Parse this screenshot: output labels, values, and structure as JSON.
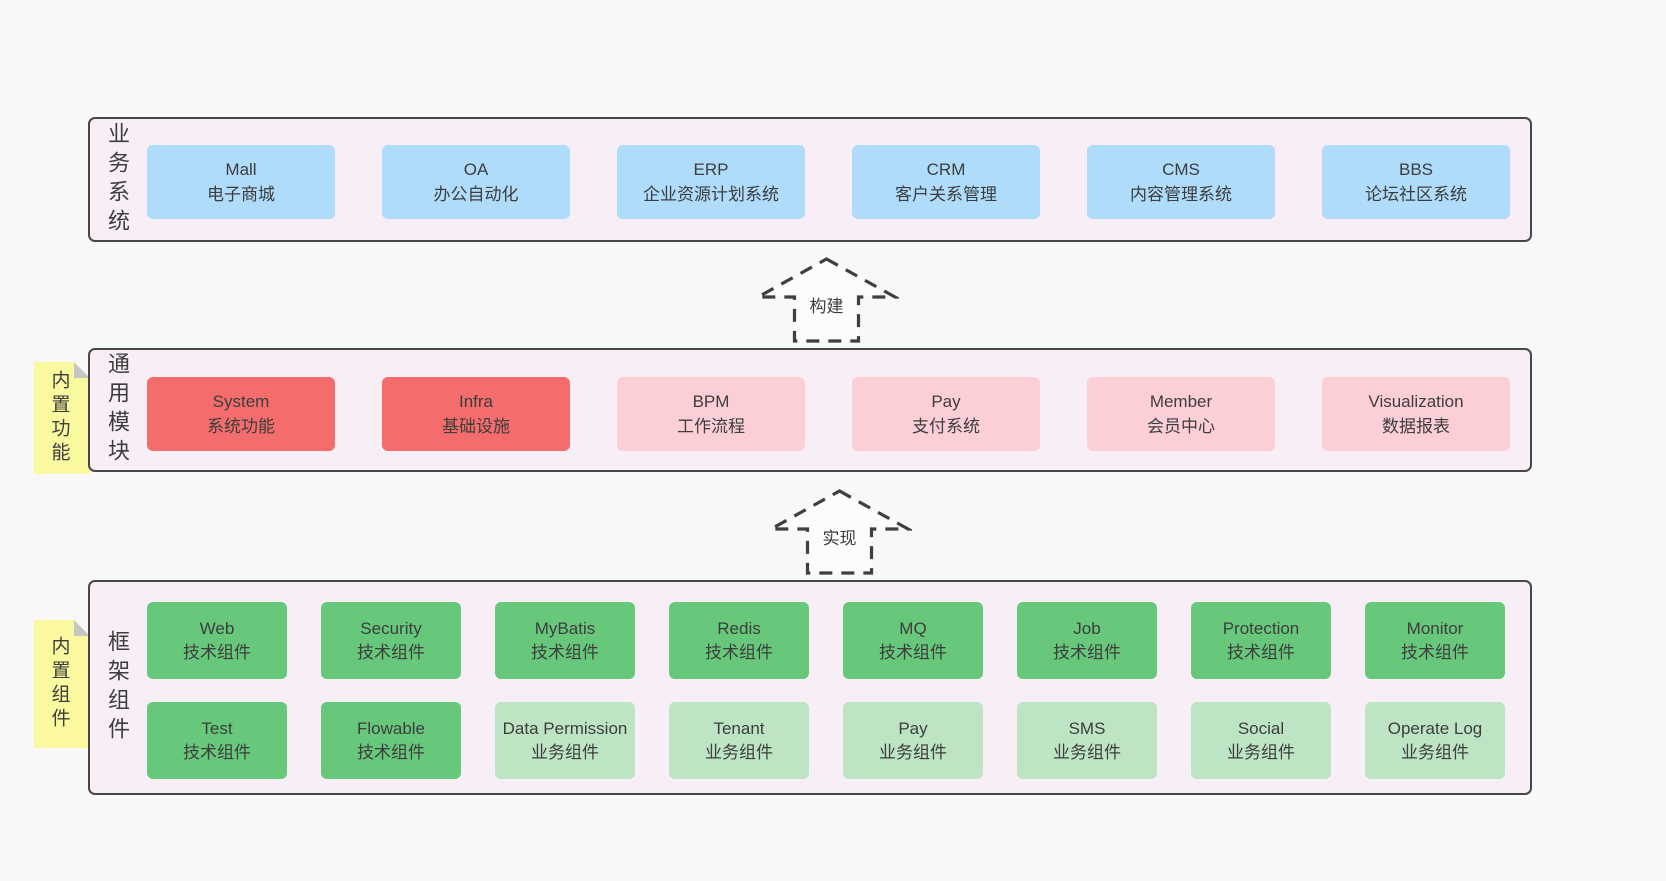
{
  "palette": {
    "page_bg": "#f8f8f8",
    "panel_bg": "#f8eef6",
    "panel_border": "#474747",
    "blue_box": "#aedcfa",
    "red_box": "#f56c6c",
    "pink_box": "#fccfd7",
    "green_box": "#67c87c",
    "light_green_box": "#bde5c4",
    "note_yellow": "#fbf9a0",
    "note_fold_gray": "#c6c6c6",
    "text": "#3d3d3d"
  },
  "arrows": [
    {
      "label": "构建"
    },
    {
      "label": "实现"
    }
  ],
  "sections": {
    "business": {
      "label": "业务系统",
      "boxes": [
        {
          "title": "Mall",
          "subtitle": "电子商城"
        },
        {
          "title": "OA",
          "subtitle": "办公自动化"
        },
        {
          "title": "ERP",
          "subtitle": "企业资源计划系统"
        },
        {
          "title": "CRM",
          "subtitle": "客户关系管理"
        },
        {
          "title": "CMS",
          "subtitle": "内容管理系统"
        },
        {
          "title": "BBS",
          "subtitle": "论坛社区系统"
        }
      ]
    },
    "modules": {
      "label": "通用模块",
      "note": "内置功能",
      "boxes": [
        {
          "title": "System",
          "subtitle": "系统功能",
          "variant": "red"
        },
        {
          "title": "Infra",
          "subtitle": "基础设施",
          "variant": "red"
        },
        {
          "title": "BPM",
          "subtitle": "工作流程",
          "variant": "pink"
        },
        {
          "title": "Pay",
          "subtitle": "支付系统",
          "variant": "pink"
        },
        {
          "title": "Member",
          "subtitle": "会员中心",
          "variant": "pink"
        },
        {
          "title": "Visualization",
          "subtitle": "数据报表",
          "variant": "pink"
        }
      ]
    },
    "framework": {
      "label": "框架组件",
      "note": "内置组件",
      "row1": [
        {
          "title": "Web",
          "subtitle": "技术组件",
          "variant": "green"
        },
        {
          "title": "Security",
          "subtitle": "技术组件",
          "variant": "green"
        },
        {
          "title": "MyBatis",
          "subtitle": "技术组件",
          "variant": "green"
        },
        {
          "title": "Redis",
          "subtitle": "技术组件",
          "variant": "green"
        },
        {
          "title": "MQ",
          "subtitle": "技术组件",
          "variant": "green"
        },
        {
          "title": "Job",
          "subtitle": "技术组件",
          "variant": "green"
        },
        {
          "title": "Protection",
          "subtitle": "技术组件",
          "variant": "green"
        },
        {
          "title": "Monitor",
          "subtitle": "技术组件",
          "variant": "green"
        }
      ],
      "row2": [
        {
          "title": "Test",
          "subtitle": "技术组件",
          "variant": "green"
        },
        {
          "title": "Flowable",
          "subtitle": "技术组件",
          "variant": "green"
        },
        {
          "title": "Data Permission",
          "subtitle": "业务组件",
          "variant": "lightgreen"
        },
        {
          "title": "Tenant",
          "subtitle": "业务组件",
          "variant": "lightgreen"
        },
        {
          "title": "Pay",
          "subtitle": "业务组件",
          "variant": "lightgreen"
        },
        {
          "title": "SMS",
          "subtitle": "业务组件",
          "variant": "lightgreen"
        },
        {
          "title": "Social",
          "subtitle": "业务组件",
          "variant": "lightgreen"
        },
        {
          "title": "Operate Log",
          "subtitle": "业务组件",
          "variant": "lightgreen"
        }
      ]
    }
  }
}
